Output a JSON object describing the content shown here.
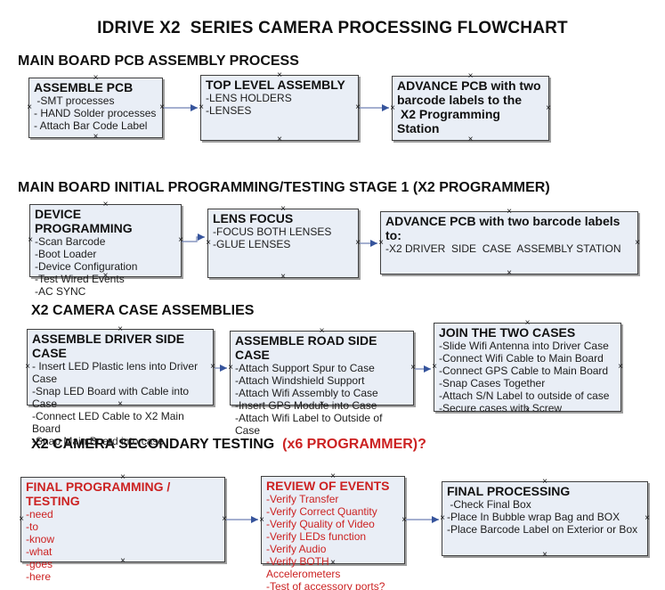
{
  "title": "IDRIVE X2  SERIES CAMERA PROCESSING FLOWCHART",
  "colors": {
    "box_fill": "#e9eef6",
    "box_border": "#3f3f3f",
    "box_shadow": "#9e9e9e",
    "connector_line": "#8796c0",
    "connector_arrow": "#36549c",
    "red_text": "#cc2222"
  },
  "icons": {
    "anchor": "connection-anchor-x"
  },
  "sections": [
    {
      "heading": "MAIN BOARD PCB ASSEMBLY PROCESS",
      "boxes": [
        {
          "title": "ASSEMBLE PCB",
          "items": [
            " -SMT processes",
            "- HAND Solder processes",
            "- Attach Bar Code Label"
          ]
        },
        {
          "title": "TOP LEVEL ASSEMBLY",
          "items": [
            "-LENS HOLDERS",
            "-LENSES"
          ]
        },
        {
          "title_lines": [
            "ADVANCE PCB with two",
            "barcode labels to the",
            " X2 Programming Station"
          ],
          "items": []
        }
      ]
    },
    {
      "heading": "MAIN BOARD INITIAL PROGRAMMING/TESTING STAGE 1 (X2 PROGRAMMER)",
      "boxes": [
        {
          "title": "DEVICE PROGRAMMING",
          "items": [
            "-Scan Barcode",
            "-Boot Loader",
            "-Device Configuration",
            "-Test Wired Events",
            "-AC SYNC"
          ]
        },
        {
          "title": "LENS FOCUS",
          "items": [
            "-FOCUS BOTH LENSES",
            "-GLUE LENSES"
          ]
        },
        {
          "title": "ADVANCE PCB with two barcode labels to:",
          "items": [
            "-X2 DRIVER  SIDE  CASE  ASSEMBLY STATION"
          ]
        }
      ]
    },
    {
      "heading": "X2 CAMERA CASE ASSEMBLIES",
      "boxes": [
        {
          "title": "ASSEMBLE DRIVER SIDE CASE",
          "items": [
            "- Insert LED Plastic lens into Driver Case",
            "-Snap LED Board with Cable into Case",
            "-Connect LED Cable to X2 Main Board",
            "-Snap Main Board into case"
          ]
        },
        {
          "title": "ASSEMBLE ROAD SIDE CASE",
          "items": [
            "-Attach Support Spur to Case",
            "-Attach Windshield Support",
            "-Attach Wifi Assembly to Case",
            "-Insert GPS Module into Case",
            "-Attach Wifi Label to Outside of Case"
          ]
        },
        {
          "title": "JOIN THE TWO CASES",
          "items": [
            "-Slide Wifi Antenna into Driver Case",
            "-Connect Wifi Cable to Main Board",
            "-Connect GPS Cable to Main Board",
            "-Snap Cases Together",
            "-Attach S/N Label to outside of case",
            "-Secure cases with Screw"
          ]
        }
      ]
    },
    {
      "heading": "X2 CAMERA SECONDARY TESTING",
      "heading_suffix": "  (x6 PROGRAMMER)?",
      "boxes": [
        {
          "title": "FINAL PROGRAMMING / TESTING",
          "items": [
            "-need",
            "-to",
            "-know",
            "-what",
            "-goes",
            "-here"
          ]
        },
        {
          "title": "REVIEW OF EVENTS",
          "items": [
            "-Verify Transfer",
            "-Verify Correct Quantity",
            "-Verify Quality of Video",
            "-Verify LEDs function",
            "-Verify Audio",
            "-Verify BOTH Accelerometers",
            "-Test of accessory ports?"
          ]
        },
        {
          "title": "FINAL PROCESSING",
          "items": [
            " -Check Final Box",
            "-Place In Bubble wrap Bag and BOX",
            "-Place Barcode Label on Exterior or Box"
          ]
        }
      ]
    }
  ]
}
